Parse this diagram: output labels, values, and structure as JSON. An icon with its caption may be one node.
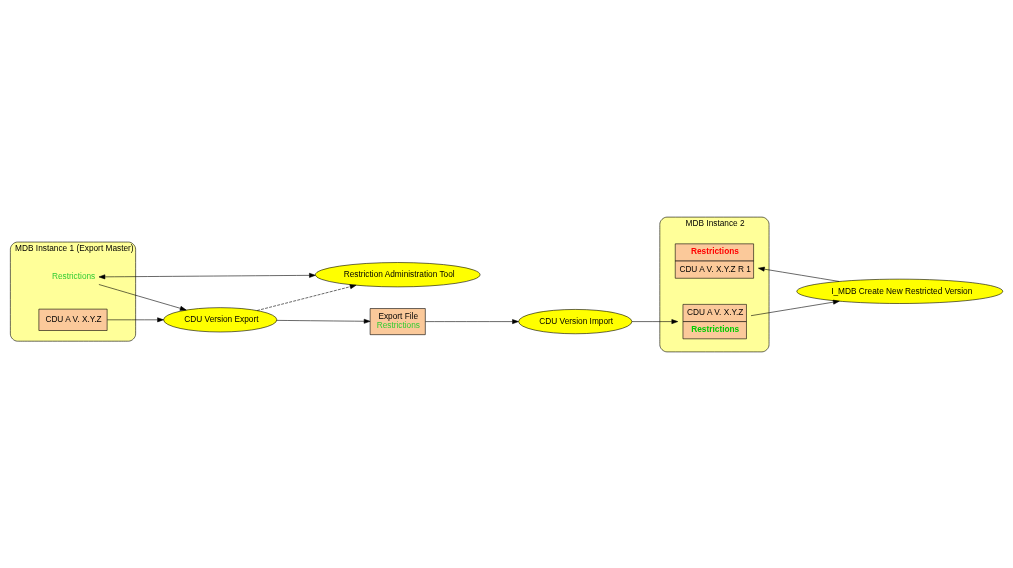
{
  "diagram": {
    "nodes": [
      {
        "text": [
          "MDB Instance 1 (Export Master)"
        ]
      },
      {
        "text": [
          "Restrictions"
        ],
        "in": 0
      },
      {
        "text": [
          "CDU A V. X.Y.Z"
        ],
        "in": 0
      },
      {
        "text": [
          "MDB Instance 2"
        ]
      },
      {
        "text": [
          "Restrictions",
          "CDU A V. X.Y.Z R 1"
        ],
        "in": 3
      },
      {
        "text": [
          "CDU A V. X.Y.Z",
          "Restrictions"
        ],
        "in": 3
      },
      {
        "text": [
          "Restriction Administration Tool"
        ]
      },
      {
        "text": [
          "I_MDB Create New Restricted Version"
        ]
      },
      {
        "text": [
          "CDU Version Export"
        ]
      },
      {
        "text": [
          "CDU Version Import"
        ]
      },
      {
        "text": [
          "Export File",
          "Restrictions"
        ]
      }
    ],
    "edges": [
      {
        "from": 6,
        "to": 1,
        "arrow": "both"
      },
      {
        "from": 1,
        "to": 8,
        "arrow": "to"
      },
      {
        "from": 2,
        "to": 8,
        "arrow": "to"
      },
      {
        "from": 8,
        "to": 6,
        "arrow": "to",
        "style": "dashed"
      },
      {
        "from": 8,
        "to": 10,
        "arrow": "to"
      },
      {
        "from": 10,
        "to": 9,
        "arrow": "to"
      },
      {
        "from": 9,
        "to": 5,
        "arrow": "to"
      },
      {
        "from": 5,
        "to": 7,
        "arrow": "to"
      },
      {
        "from": 7,
        "to": 4,
        "arrow": "to"
      }
    ]
  }
}
